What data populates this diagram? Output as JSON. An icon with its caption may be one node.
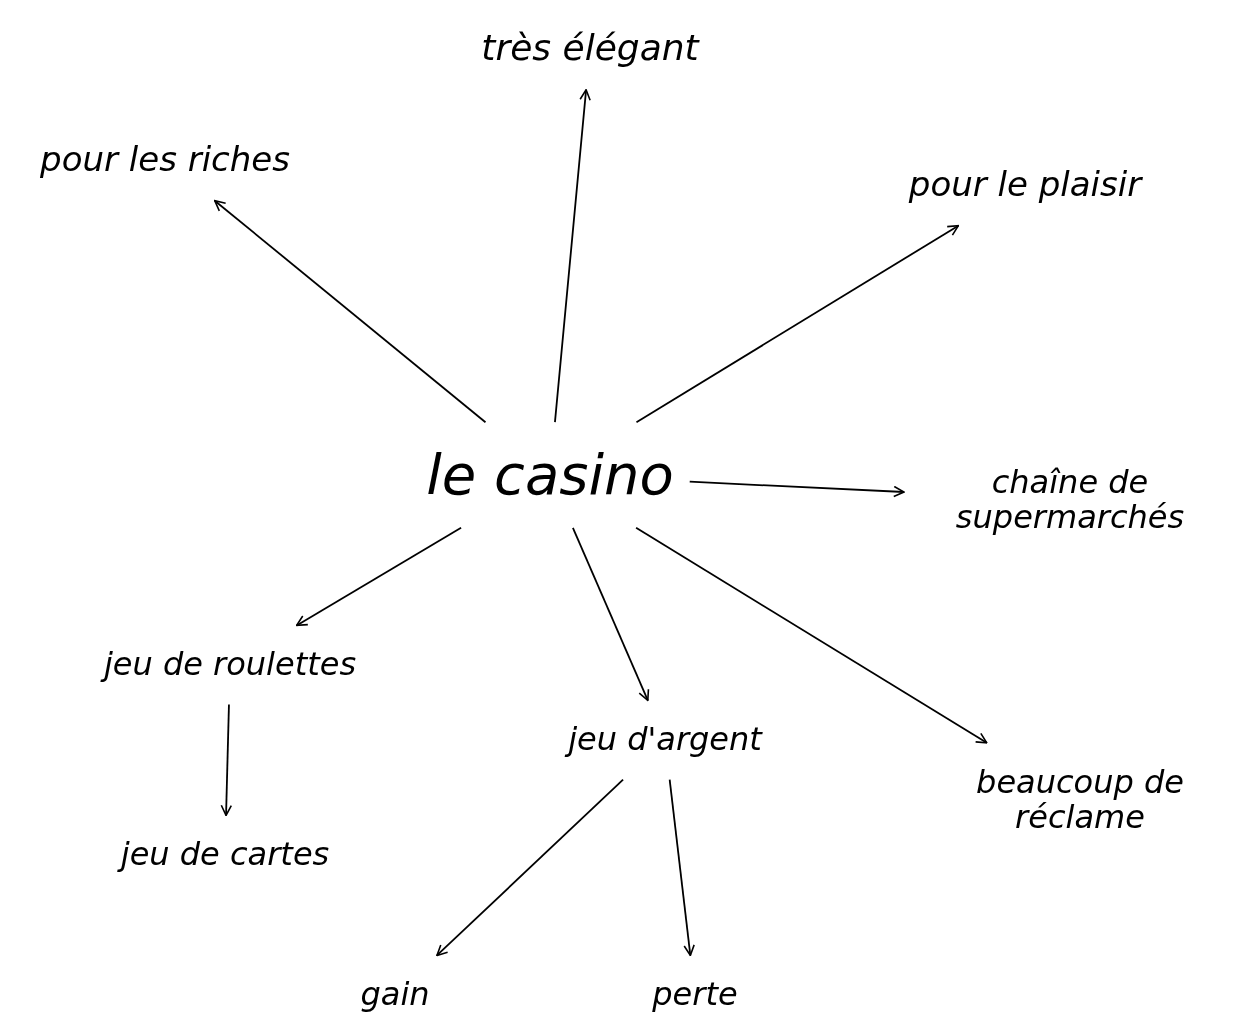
{
  "diagram": {
    "nodes": [
      {
        "text": [
          "le casino"
        ]
      },
      {
        "text": [
          "très élégant"
        ]
      },
      {
        "text": [
          "pour les riches"
        ]
      },
      {
        "text": [
          "pour le plaisir"
        ]
      },
      {
        "text": [
          "chaîne de supermarchés"
        ]
      },
      {
        "text": [
          "jeu de roulettes"
        ]
      },
      {
        "text": [
          "jeu de cartes"
        ]
      },
      {
        "text": [
          "jeu d'argent"
        ]
      },
      {
        "text": [
          "beaucoup de réclame"
        ]
      },
      {
        "text": [
          "gain"
        ]
      },
      {
        "text": [
          "perte"
        ]
      }
    ],
    "edges": [
      {
        "from": 0,
        "to": 1,
        "arrow": "to"
      },
      {
        "from": 0,
        "to": 2,
        "arrow": "to"
      },
      {
        "from": 0,
        "to": 3,
        "arrow": "to"
      },
      {
        "from": 0,
        "to": 4,
        "arrow": "to"
      },
      {
        "from": 0,
        "to": 5,
        "arrow": "to"
      },
      {
        "from": 5,
        "to": 6,
        "arrow": "to"
      },
      {
        "from": 0,
        "to": 7,
        "arrow": "to"
      },
      {
        "from": 0,
        "to": 8,
        "arrow": "to"
      },
      {
        "from": 7,
        "to": 9,
        "arrow": "to"
      },
      {
        "from": 7,
        "to": 10,
        "arrow": "to"
      }
    ]
  }
}
